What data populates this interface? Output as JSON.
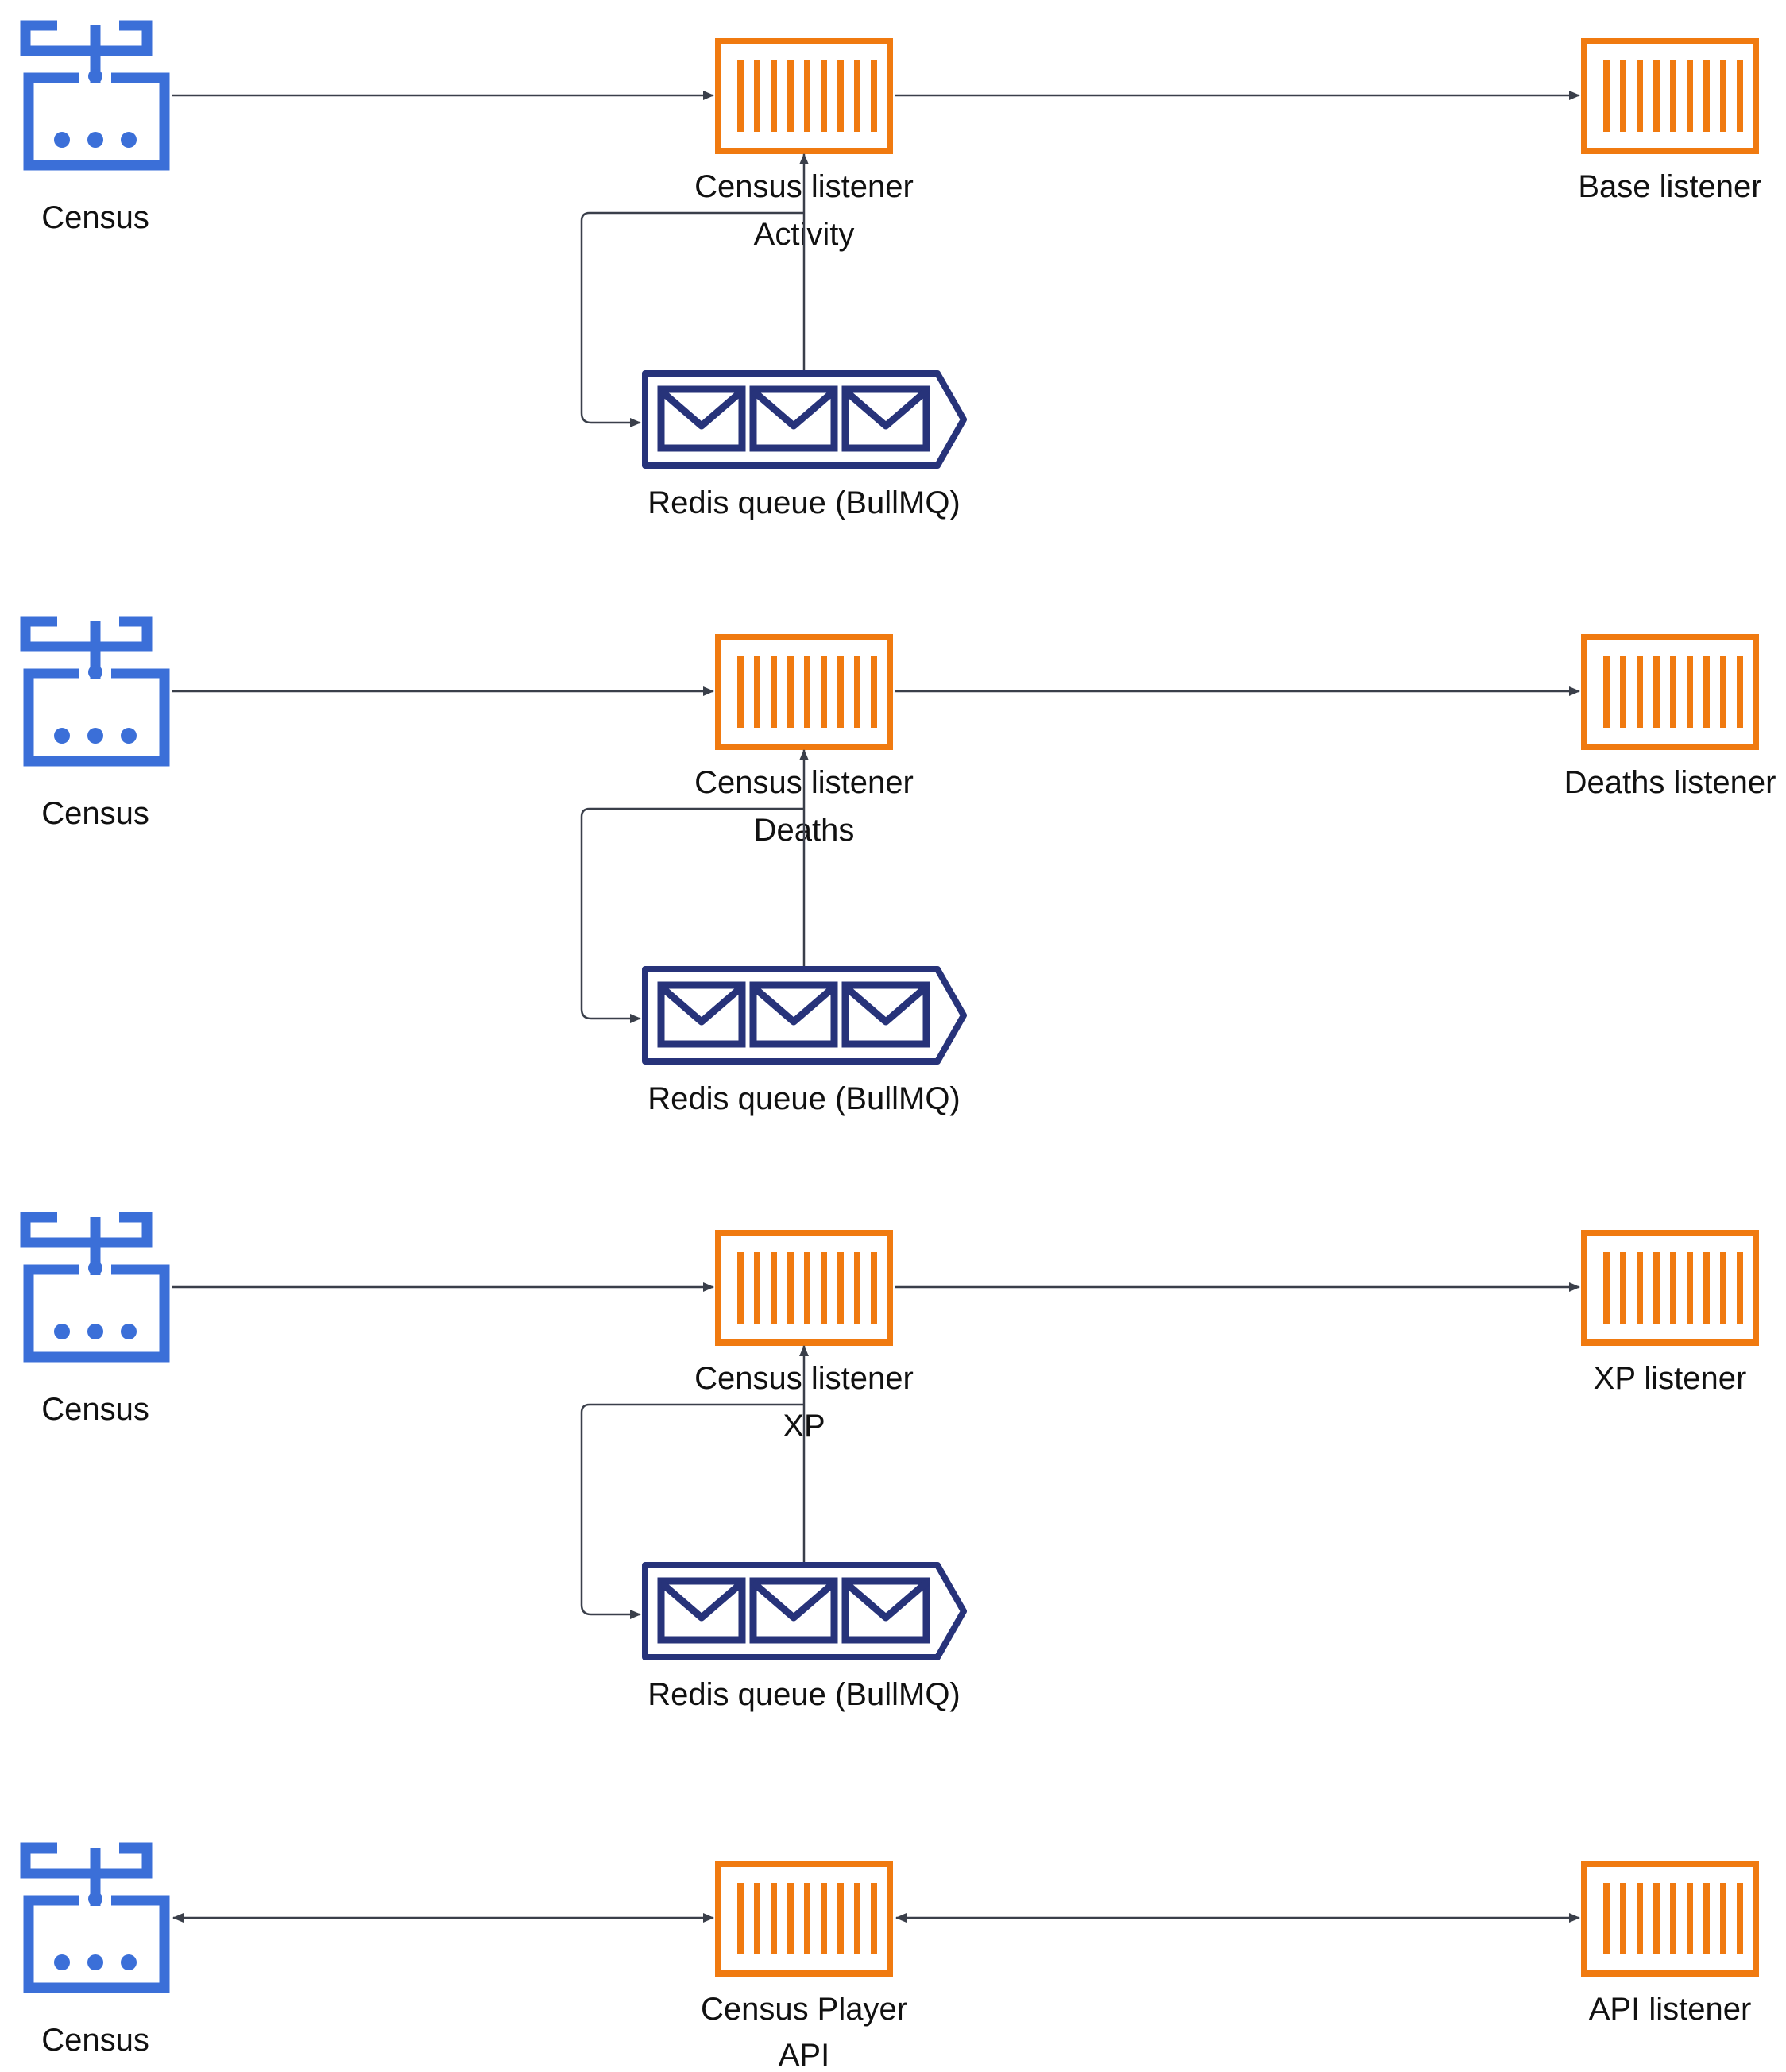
{
  "colors": {
    "census_icon": "#3b6fd8",
    "container_icon": "#f07a10",
    "queue_icon": "#27337a",
    "edge": "#3a3f4a"
  },
  "icons": {
    "census": "server-rack-icon",
    "listener": "container-icon",
    "queue": "message-queue-icon"
  },
  "rows": [
    {
      "census_label": "Census",
      "listener_label": "Census listener",
      "listener_sublabel": "Activity",
      "queue_label": "Redis queue (BullMQ)",
      "target_label": "Base listener"
    },
    {
      "census_label": "Census",
      "listener_label": "Census listener",
      "listener_sublabel": "Deaths",
      "queue_label": "Redis queue (BullMQ)",
      "target_label": "Deaths listener"
    },
    {
      "census_label": "Census",
      "listener_label": "Census listener",
      "listener_sublabel": "XP",
      "queue_label": "Redis queue (BullMQ)",
      "target_label": "XP listener"
    }
  ],
  "api_row": {
    "census_label": "Census",
    "service_label_line1": "Census Player",
    "service_label_line2": "API",
    "target_label": "API listener"
  }
}
